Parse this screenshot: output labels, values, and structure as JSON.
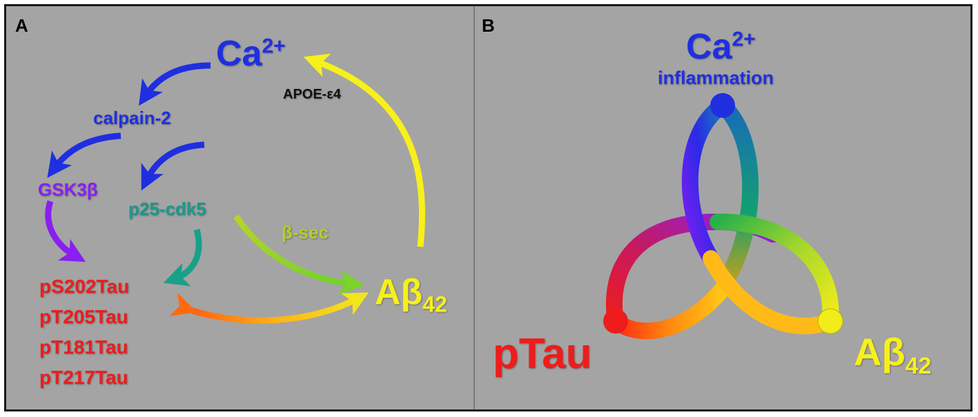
{
  "panel_a": {
    "letter": "A",
    "ca": {
      "base": "Ca",
      "sup": "2+"
    },
    "calpain": "calpain-2",
    "apoe": "APOE-ε4",
    "gsk": "GSK3β",
    "p25": "p25-cdk5",
    "bsec": "β-sec",
    "abeta": {
      "base": "Aβ",
      "sub": "42"
    },
    "tau_sites": [
      "pS202Tau",
      "pT205Tau",
      "pT181Tau",
      "pT217Tau"
    ]
  },
  "panel_b": {
    "letter": "B",
    "ca": {
      "base": "Ca",
      "sup": "2+"
    },
    "inflammation": "inflammation",
    "ptau": "pTau",
    "abeta": {
      "base": "Aβ",
      "sub": "42"
    }
  },
  "colors": {
    "background": "#a4a4a4",
    "blue": "#1f2fe0",
    "purple": "#8a1ff0",
    "teal": "#1a9a8c",
    "lime": "#a8d22a",
    "yellow": "#f7f01a",
    "red": "#ee1c1c",
    "orange": "#ff7a10"
  }
}
